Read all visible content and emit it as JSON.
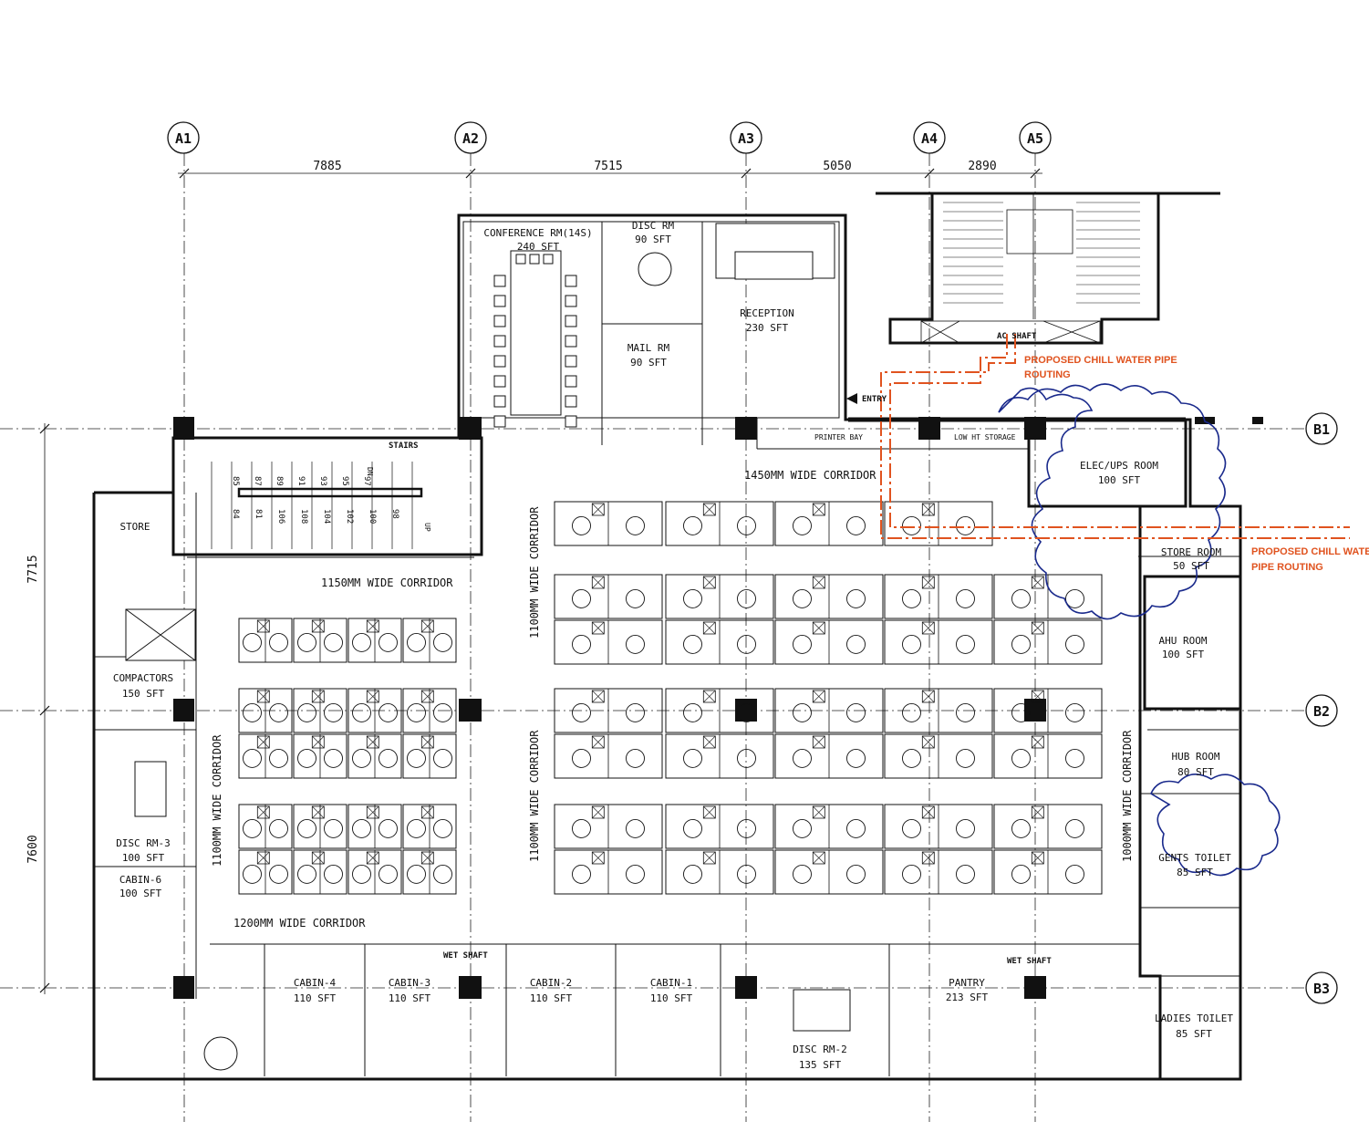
{
  "grid": {
    "columns": [
      "A1",
      "A2",
      "A3",
      "A4",
      "A5"
    ],
    "rows": [
      "B1",
      "B2",
      "B3"
    ],
    "column_spacing": [
      "7885",
      "7515",
      "5050",
      "2890"
    ],
    "row_spacing": [
      "7715",
      "7600"
    ]
  },
  "rooms": {
    "conference": {
      "name": "CONFERENCE RM(14S)",
      "area": "240 SFT"
    },
    "disc_rm": {
      "name": "DISC RM",
      "area": "90 SFT"
    },
    "mail_rm": {
      "name": "MAIL RM",
      "area": "90 SFT"
    },
    "reception": {
      "name": "RECEPTION",
      "area": "230 SFT"
    },
    "elec_ups": {
      "name": "ELEC/UPS ROOM",
      "area": "100 SFT"
    },
    "store_room": {
      "name": "STORE ROOM",
      "area": "50 SFT"
    },
    "ahu_room": {
      "name": "AHU ROOM",
      "area": "100 SFT"
    },
    "hub_room": {
      "name": "HUB ROOM",
      "area": "80 SFT"
    },
    "gents_toilet": {
      "name": "GENTS TOILET",
      "area": "85 SFT"
    },
    "ladies_toilet": {
      "name": "LADIES TOILET",
      "area": "85 SFT"
    },
    "store": {
      "name": "STORE"
    },
    "compactors": {
      "name": "COMPACTORS",
      "area": "150 SFT"
    },
    "disc_rm_3": {
      "name": "DISC RM-3",
      "area": "100 SFT"
    },
    "cabin_6": {
      "name": "CABIN-6",
      "area": "100 SFT"
    },
    "cabin_4": {
      "name": "CABIN-4",
      "area": "110 SFT"
    },
    "cabin_3": {
      "name": "CABIN-3",
      "area": "110 SFT"
    },
    "cabin_2": {
      "name": "CABIN-2",
      "area": "110 SFT"
    },
    "cabin_1": {
      "name": "CABIN-1",
      "area": "110 SFT"
    },
    "disc_rm_2": {
      "name": "DISC RM-2",
      "area": "135 SFT"
    },
    "pantry": {
      "name": "PANTRY",
      "area": "213 SFT"
    }
  },
  "labels": {
    "stairs": "STAIRS",
    "entry": "ENTRY",
    "printer_bay": "PRINTER BAY",
    "low_ht_storage": "LOW HT STORAGE",
    "ac_shaft": "AC SHAFT",
    "wet_shaft": "WET SHAFT",
    "dn": "DN",
    "up": "UP"
  },
  "stair_numbers_top": [
    "85",
    "87",
    "89",
    "91",
    "93",
    "95",
    "97"
  ],
  "stair_numbers_bottom": [
    "84",
    "81",
    "106",
    "108",
    "104",
    "102",
    "100",
    "98"
  ],
  "corridors": {
    "c1450": "1450MM WIDE CORRIDOR",
    "c1150": "1150MM WIDE CORRIDOR",
    "c1200": "1200MM WIDE CORRIDOR",
    "c1100_v": "1100MM WIDE CORRIDOR",
    "c1000_v": "1000MM WIDE CORRIDOR"
  },
  "annotations": {
    "pipe_1": [
      "PROPOSED CHILL WATER PIPE",
      "ROUTING"
    ],
    "pipe_2": [
      "PROPOSED CHILL WATER",
      "PIPE ROUTING"
    ]
  },
  "colors": {
    "line": "#111111",
    "annotation": "#e0531f",
    "cloud": "#1a2a8c"
  }
}
